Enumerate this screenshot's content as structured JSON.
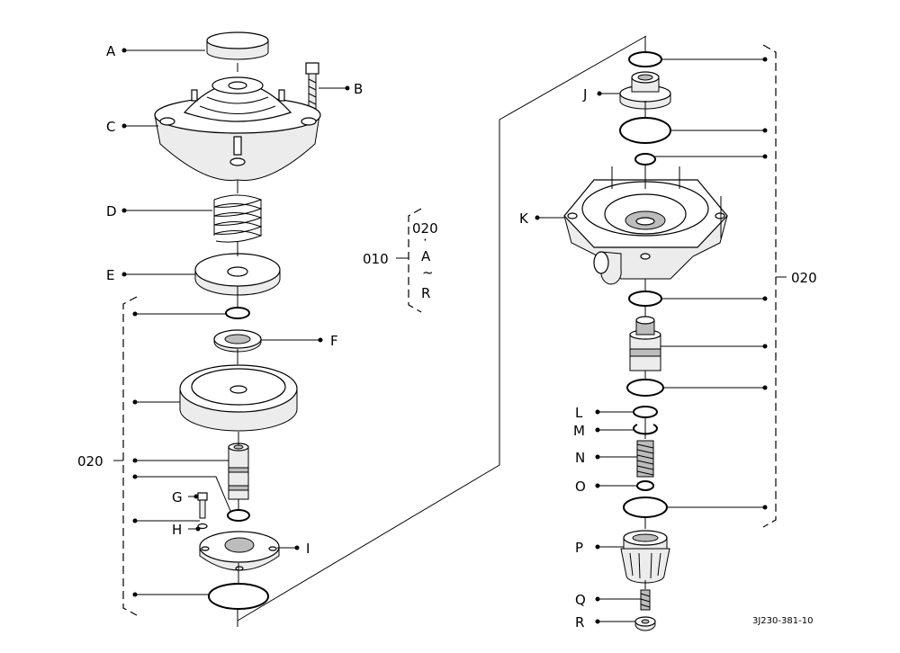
{
  "labels": {
    "A": "A",
    "B": "B",
    "C": "C",
    "D": "D",
    "E": "E",
    "F": "F",
    "G": "G",
    "H": "H",
    "I": "I",
    "J": "J",
    "K": "K",
    "L": "L",
    "M": "M",
    "N": "N",
    "O": "O",
    "P": "P",
    "Q": "Q",
    "R": "R"
  },
  "assembly": {
    "left_020": "020",
    "right_020": "020",
    "code_010": "010",
    "range_start": "020",
    "range_dot": "·",
    "range_from": "A",
    "range_tilde": "~",
    "range_to": "R"
  },
  "drawing_number": "3J230-381-10"
}
